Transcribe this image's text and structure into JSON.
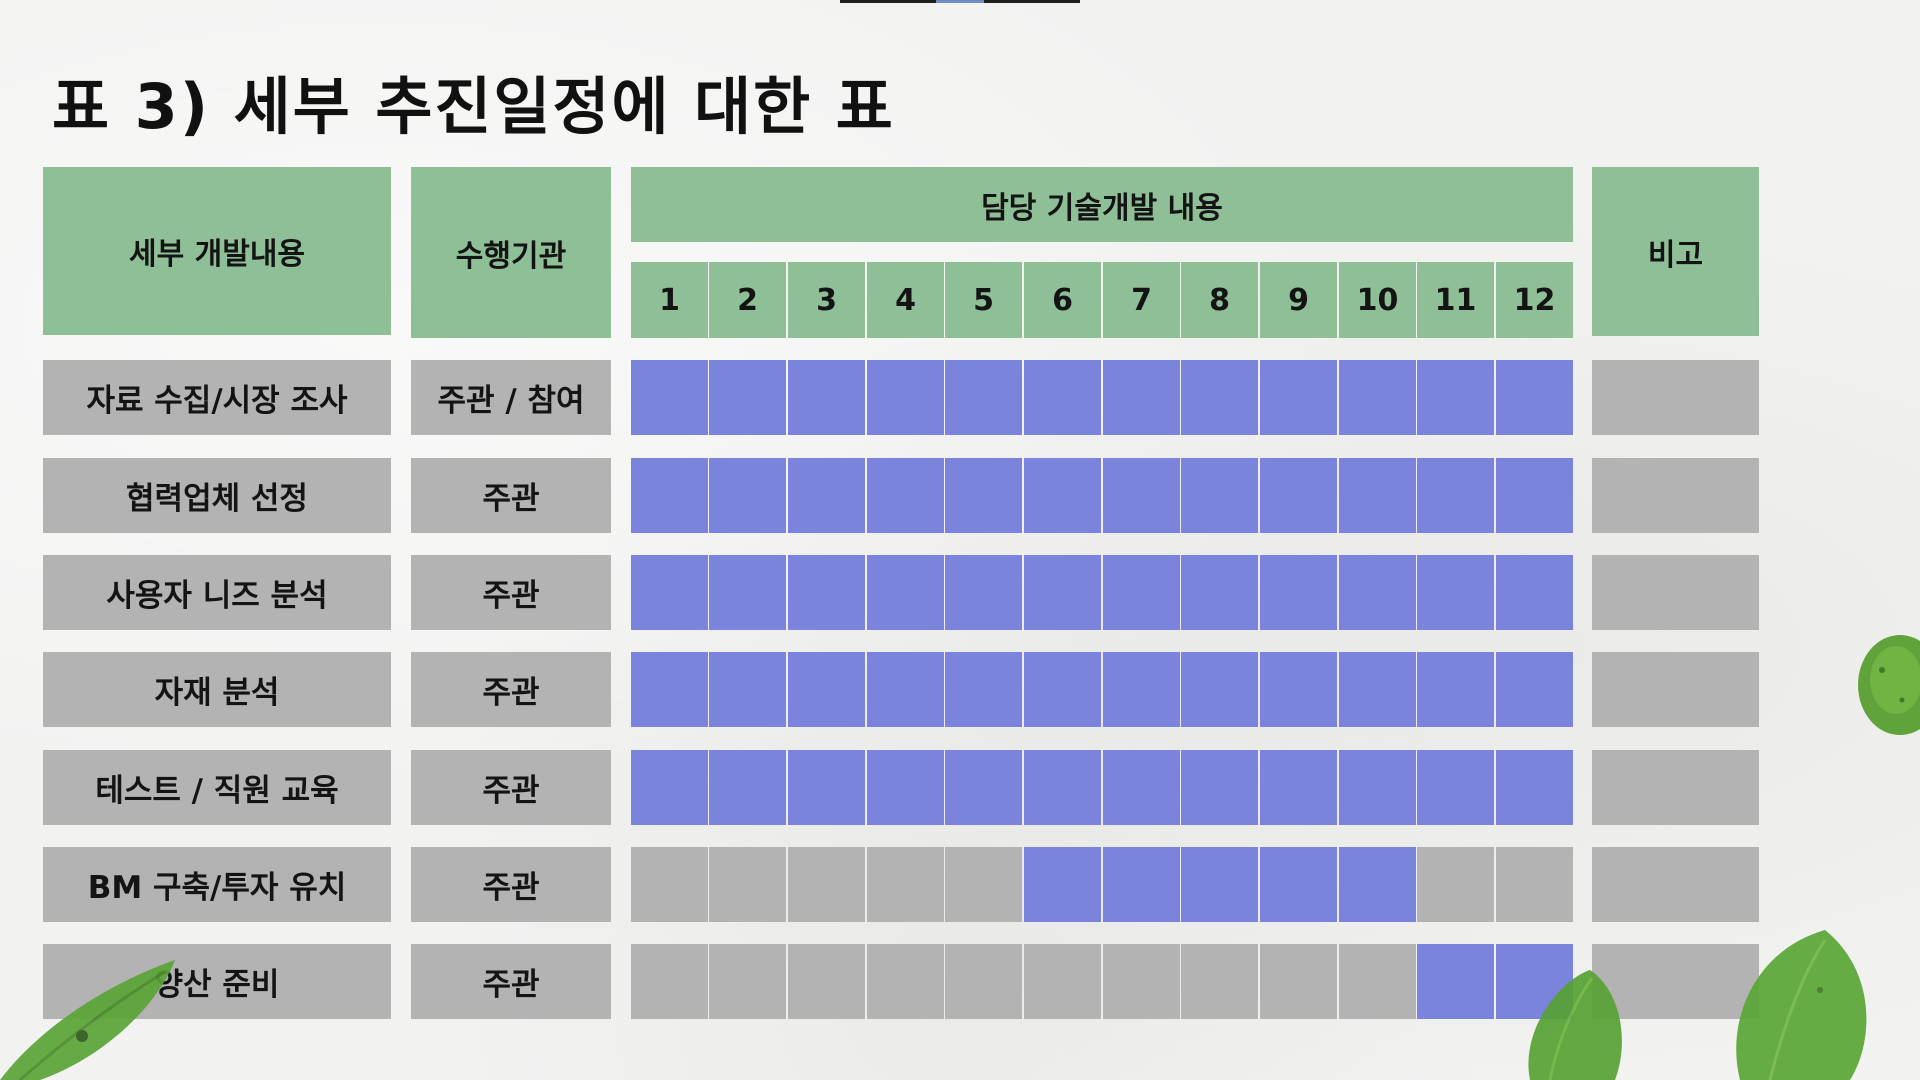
{
  "title": "표 3) 세부 추진일정에 대한 표",
  "headers": {
    "detail": "세부 개발내용",
    "org": "수행기관",
    "schedule": "담당 기술개발 내용",
    "note": "비고"
  },
  "months": [
    "1",
    "2",
    "3",
    "4",
    "5",
    "6",
    "7",
    "8",
    "9",
    "10",
    "11",
    "12"
  ],
  "rows": [
    {
      "task": "자료 수집/시장 조사",
      "org": "주관 / 참여",
      "active": [
        1,
        1,
        1,
        1,
        1,
        1,
        1,
        1,
        1,
        1,
        1,
        1
      ],
      "note": ""
    },
    {
      "task": "협력업체 선정",
      "org": "주관",
      "active": [
        1,
        1,
        1,
        1,
        1,
        1,
        1,
        1,
        1,
        1,
        1,
        1
      ],
      "note": ""
    },
    {
      "task": "사용자 니즈 분석",
      "org": "주관",
      "active": [
        1,
        1,
        1,
        1,
        1,
        1,
        1,
        1,
        1,
        1,
        1,
        1
      ],
      "note": ""
    },
    {
      "task": "자재 분석",
      "org": "주관",
      "active": [
        1,
        1,
        1,
        1,
        1,
        1,
        1,
        1,
        1,
        1,
        1,
        1
      ],
      "note": ""
    },
    {
      "task": "테스트 / 직원 교육",
      "org": "주관",
      "active": [
        1,
        1,
        1,
        1,
        1,
        1,
        1,
        1,
        1,
        1,
        1,
        1
      ],
      "note": ""
    },
    {
      "task": "BM 구축/투자 유치",
      "org": "주관",
      "active": [
        0,
        0,
        0,
        0,
        0,
        1,
        1,
        1,
        1,
        1,
        0,
        0
      ],
      "note": ""
    },
    {
      "task": "양산 준비",
      "org": "주관",
      "active": [
        0,
        0,
        0,
        0,
        0,
        0,
        0,
        0,
        0,
        0,
        1,
        1
      ],
      "note": ""
    }
  ],
  "colors": {
    "header_green": "#8fbf97",
    "active_blue": "#7a84dc",
    "inactive_grey": "#b3b3b3"
  }
}
